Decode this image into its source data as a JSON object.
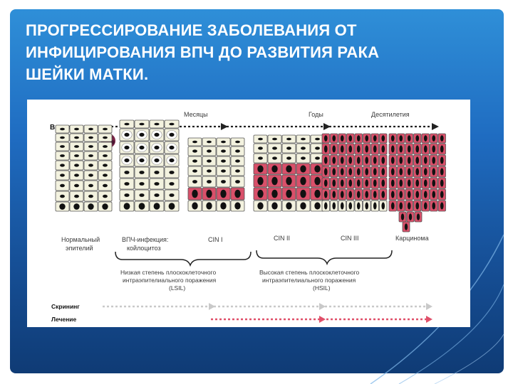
{
  "slide": {
    "title_lines": [
      "ПРОГРЕССИРОВАНИЕ ЗАБОЛЕВАНИЯ ОТ",
      "ИНФИЦИРОВАНИЯ ВПЧ ДО РАЗВИТИЯ РАКА",
      "ШЕЙКИ МАТКИ."
    ]
  },
  "figure": {
    "time_label": "Время",
    "months_label": "Месяцы",
    "years_label": "Годы",
    "decades_label": "Десятилетия",
    "stage_labels": {
      "normal_line1": "Нормальный",
      "normal_line2": "эпителий",
      "hpv_line1": "ВПЧ-инфекция:",
      "hpv_line2": "койлоцитоз",
      "cin1": "CIN I",
      "cin2": "CIN II",
      "cin3": "CIN III",
      "carcinoma": "Карцинома"
    },
    "lsil_line1": "Низкая степень плоскоклеточного",
    "lsil_line2": "интраэпителиального поражения",
    "lsil_line3": "(LSIL)",
    "hsil_line1": "Высокая степень плоскоклеточного",
    "hsil_line2": "интраэпителиального поражения",
    "hsil_line3": "(HSIL)",
    "screening_label": "Скрининг",
    "treatment_label": "Лечение",
    "colors": {
      "normal_cell": "#f3f2df",
      "abnormal_cell": "#d9506a",
      "nucleus": "#111111",
      "screening_line": "#c9c9c9",
      "treatment_line": "#e0506a"
    }
  }
}
